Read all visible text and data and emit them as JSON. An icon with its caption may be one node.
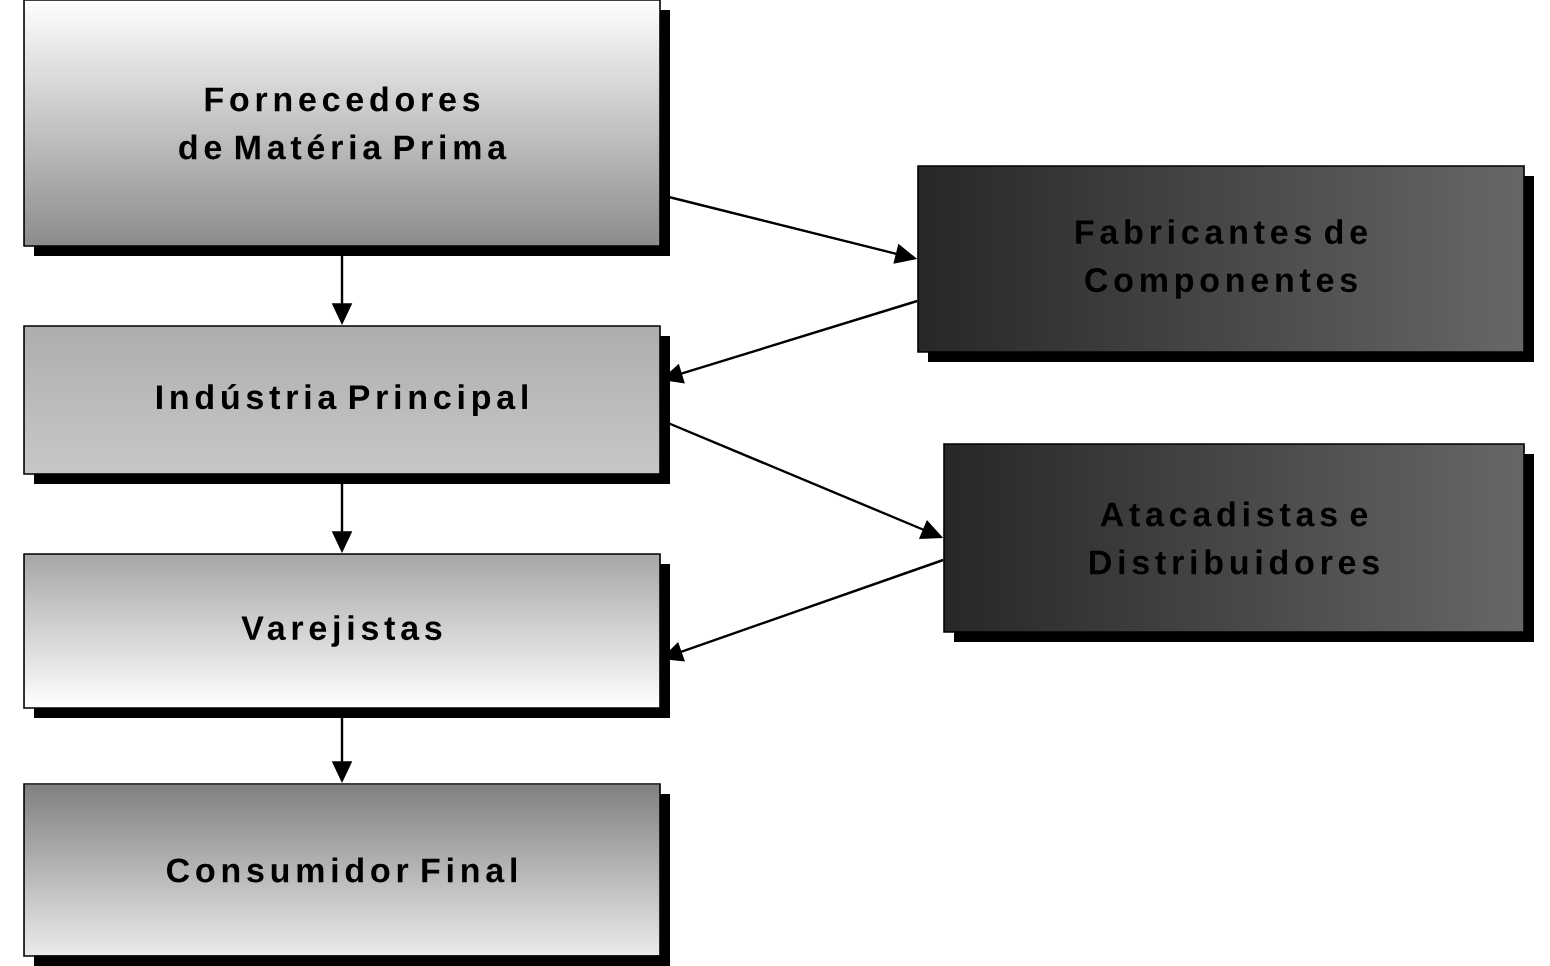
{
  "diagram": {
    "nodes": [
      {
        "text": [
          "Fornecedores de Matéria Prima"
        ]
      },
      {
        "text": [
          "Fabricantes de Componentes"
        ]
      },
      {
        "text": [
          "Indústria Principal"
        ]
      },
      {
        "text": [
          "Atacadistas e Distribuidores"
        ]
      },
      {
        "text": [
          "Varejistas"
        ]
      },
      {
        "text": [
          "Consumidor Final"
        ]
      }
    ],
    "edges": [
      {
        "from": 0,
        "to": 2,
        "arrow": "to"
      },
      {
        "from": 0,
        "to": 1,
        "arrow": "to"
      },
      {
        "from": 1,
        "to": 2,
        "arrow": "to"
      },
      {
        "from": 2,
        "to": 3,
        "arrow": "to"
      },
      {
        "from": 3,
        "to": 4,
        "arrow": "to"
      },
      {
        "from": 2,
        "to": 4,
        "arrow": "to"
      },
      {
        "from": 4,
        "to": 5,
        "arrow": "to"
      }
    ]
  }
}
